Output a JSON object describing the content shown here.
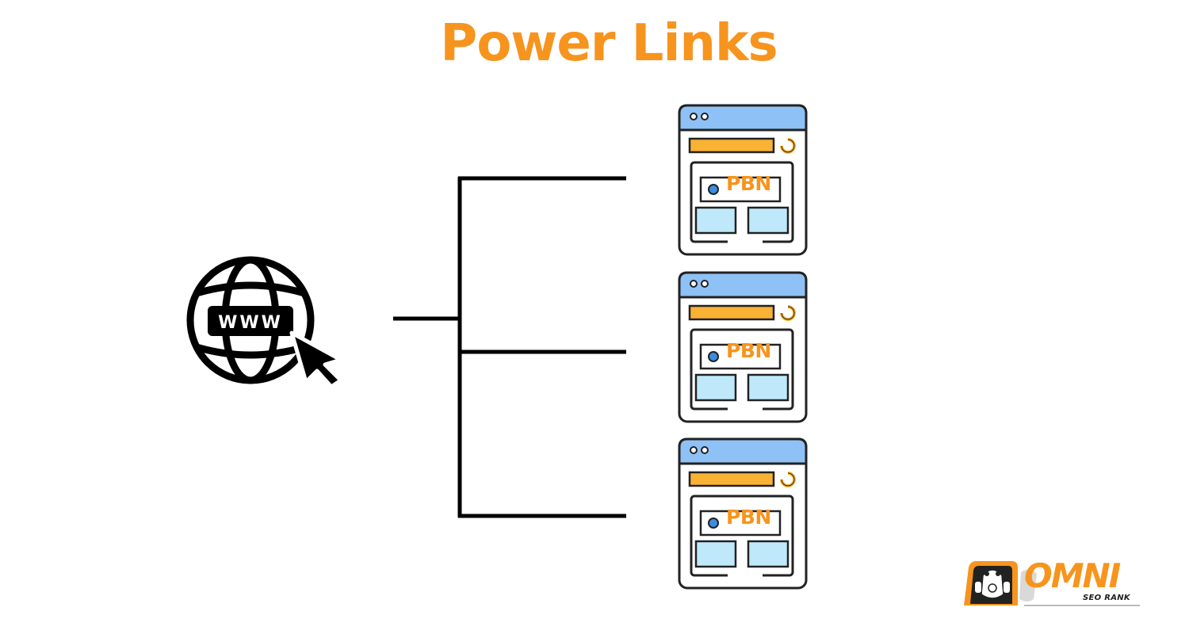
{
  "title": "Power Links",
  "source": {
    "icon": "globe-www-cursor-icon",
    "text": "WWW"
  },
  "targets": [
    {
      "label": "PBN",
      "icon": "browser-window-icon"
    },
    {
      "label": "PBN",
      "icon": "browser-window-icon"
    },
    {
      "label": "PBN",
      "icon": "browser-window-icon"
    }
  ],
  "logo": {
    "wordmark": "OMNI",
    "tagline": "SEO RANK"
  },
  "colors": {
    "accent": "#f7941d",
    "line": "#000000",
    "window_header": "#8ec1f5",
    "window_bar": "#f9b233",
    "window_panel": "#bfe9fb"
  }
}
